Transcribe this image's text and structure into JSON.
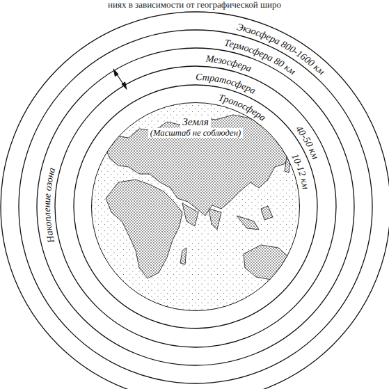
{
  "diagram": {
    "nodes": [
      {
        "text": [
          "Земля",
          "(Масштаб не соблюден)"
        ]
      }
    ],
    "labels": [
      "ниях в зависимости от географической широ",
      "Экзосфера 800-1600 км",
      "Термосфера 80 км",
      "Мезосфера",
      "Стратосфера",
      "40-50 км",
      "Тропосфера",
      "10-12 км",
      "Накопление озона"
    ]
  }
}
